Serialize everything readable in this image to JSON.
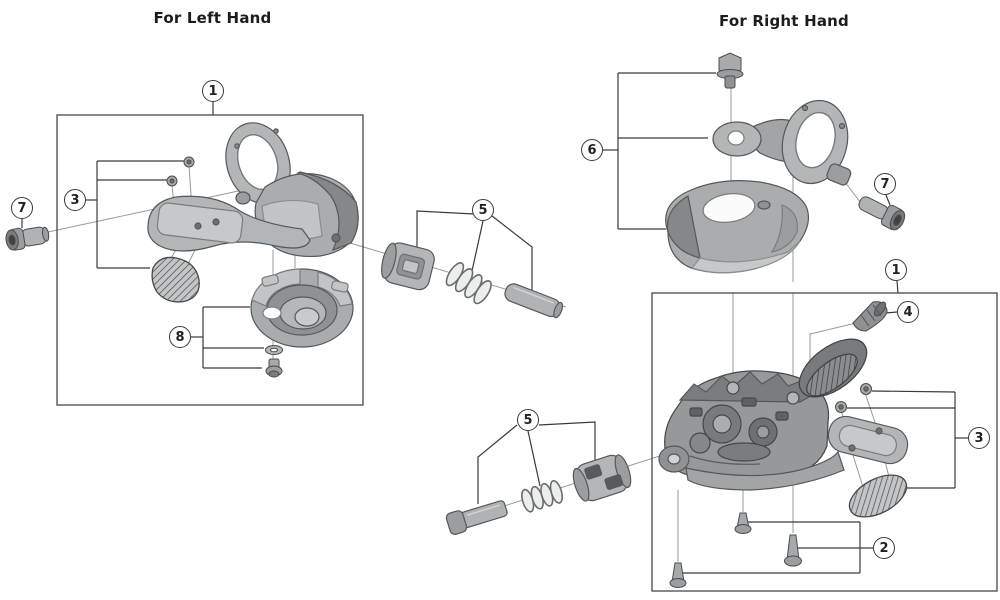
{
  "titles": {
    "left": "For Left Hand",
    "right": "For Right Hand"
  },
  "diagrams": {
    "left": {
      "callouts": [
        {
          "label": "1"
        },
        {
          "label": "3"
        },
        {
          "label": "7"
        },
        {
          "label": "8"
        },
        {
          "label": "5"
        }
      ]
    },
    "right": {
      "callouts": [
        {
          "label": "6"
        },
        {
          "label": "7"
        },
        {
          "label": "1"
        },
        {
          "label": "4"
        },
        {
          "label": "3"
        },
        {
          "label": "5"
        },
        {
          "label": "2"
        }
      ]
    }
  },
  "colors": {
    "line": "#3a3a3a",
    "part_gray": "#b3b6b8",
    "background": "#ffffff"
  }
}
